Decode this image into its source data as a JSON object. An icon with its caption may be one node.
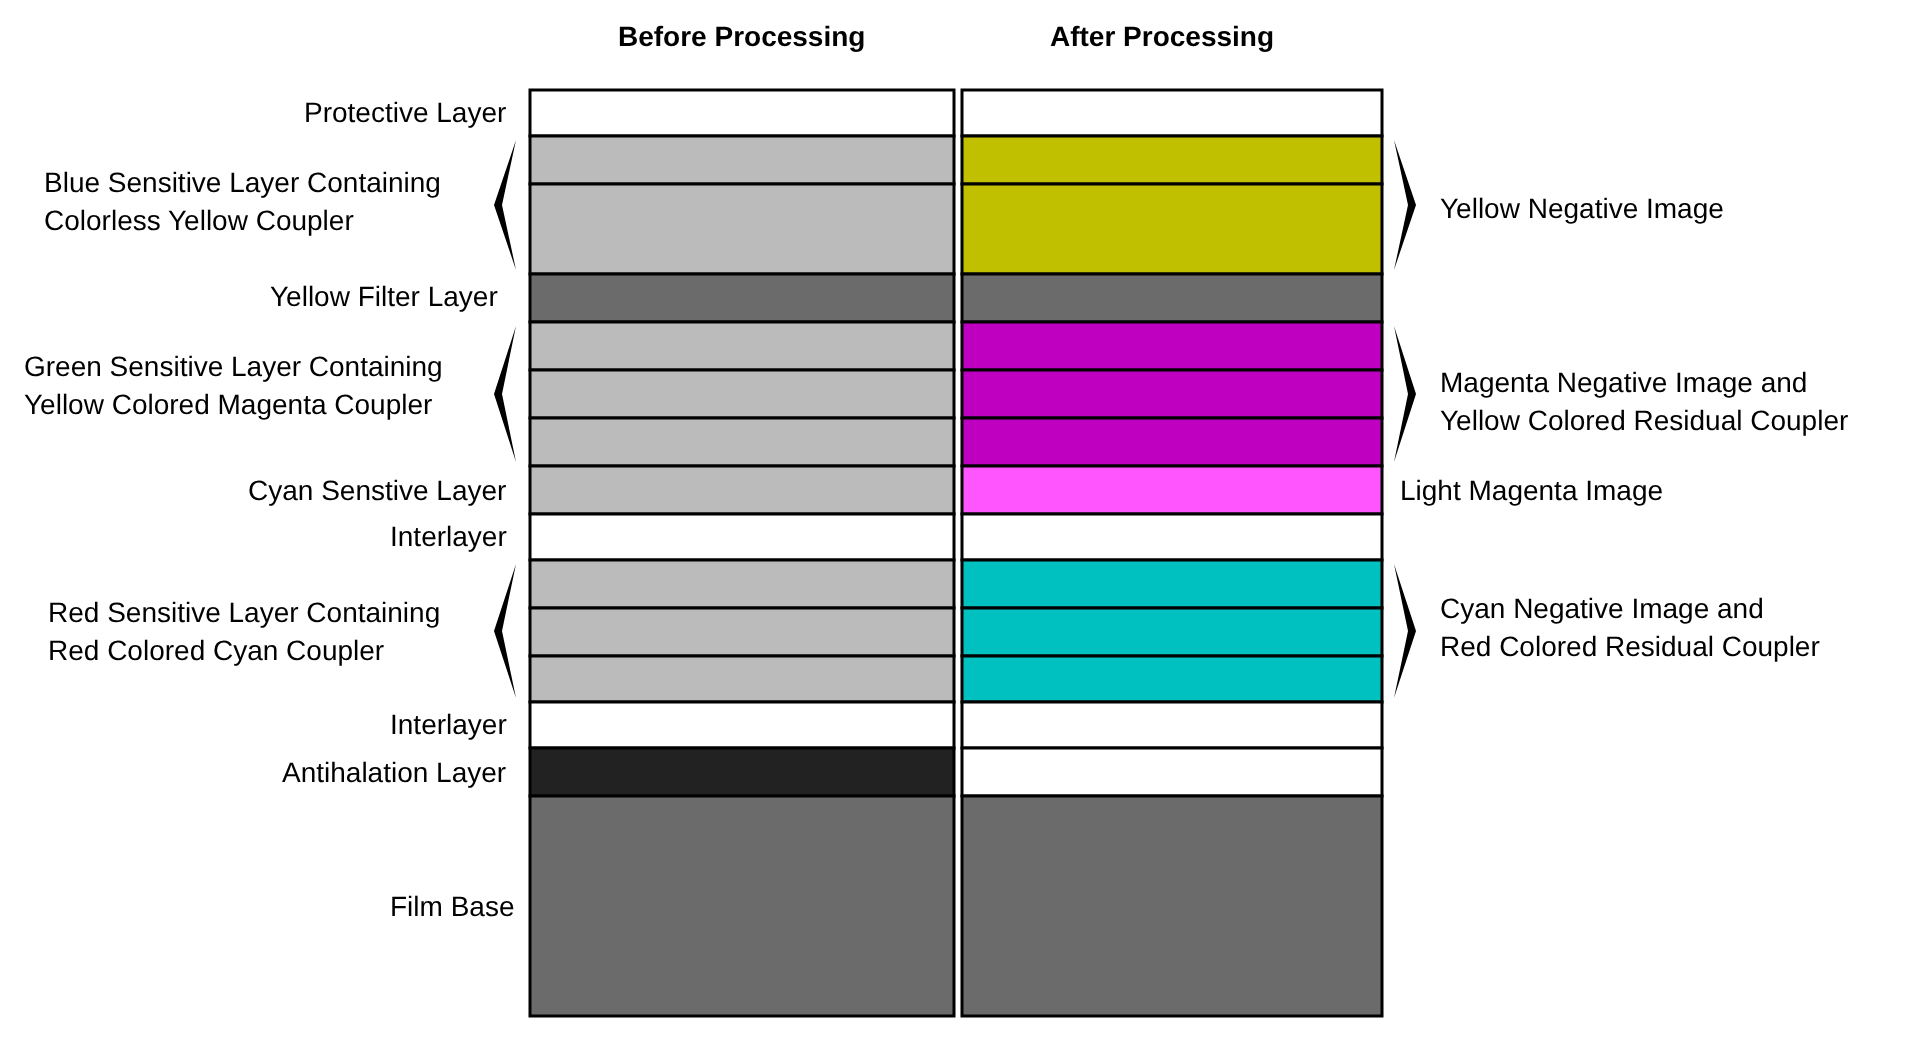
{
  "diagram": {
    "labels": [
      "Before Processing",
      "After Processing",
      "Protective Layer",
      "Blue Sensitive Layer Containing Colorless Yellow Coupler",
      "Yellow Negative Image",
      "Yellow Filter Layer",
      "Green Sensitive Layer Containing Yellow Colored Magenta Coupler",
      "Magenta Negative Image and Yellow Colored Residual Coupler",
      "Cyan Senstive Layer",
      "Light Magenta Image",
      "Interlayer",
      "Red Sensitive Layer Containing Red Colored Cyan Coupler",
      "Cyan Negative Image and Red Colored Residual Coupler",
      "Interlayer",
      "Antihalation Layer",
      "Film Base"
    ]
  }
}
